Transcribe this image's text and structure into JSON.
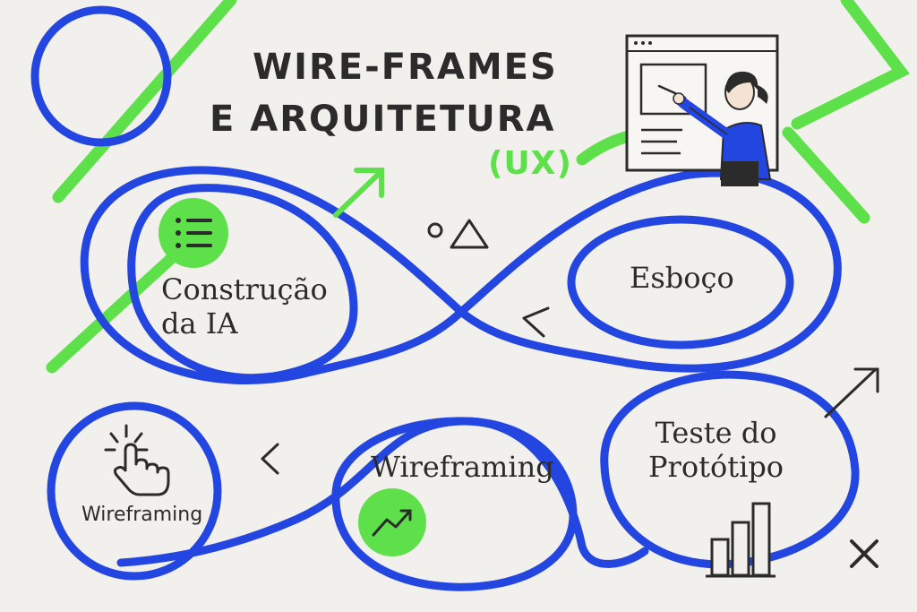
{
  "title": {
    "line1": "WIRE-FRAMES",
    "line2": "E ARQUITETURA",
    "line3": "(UX)"
  },
  "nodes": {
    "construcao_line1": "Construção",
    "construcao_line2": "da IA",
    "esboco": "Esboço",
    "wireframing_center": "Wireframing",
    "teste_line1": "Teste do",
    "teste_line2": "Protótipo",
    "wireframing_small": "Wireframing"
  },
  "icons": {
    "list": "list-icon",
    "trend": "trend-up-icon",
    "tap": "tap-hand-icon",
    "bars": "bar-chart-icon",
    "close": "close-icon",
    "browser": "browser-window-icon",
    "person": "person-presenting-icon"
  },
  "colors": {
    "blue": "#2446e0",
    "green": "#5ee04a",
    "ink": "#2b2b2b",
    "background": "#f2f0ec",
    "skin": "#f4e3d3"
  }
}
